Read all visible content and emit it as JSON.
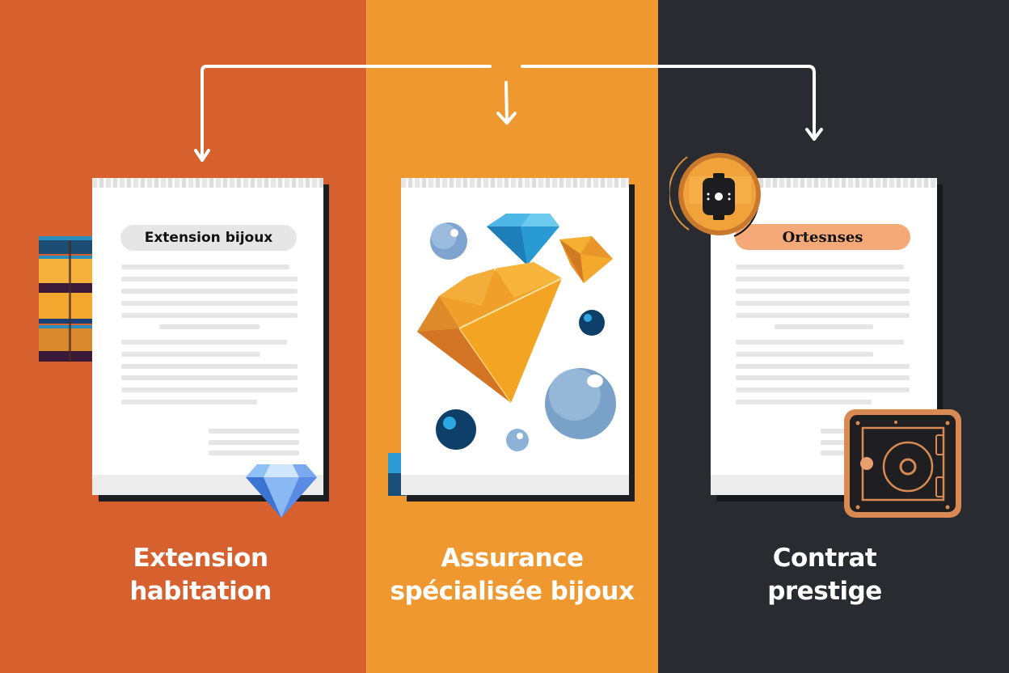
{
  "colors": {
    "panel_left": "#d6602e",
    "panel_middle": "#ee982f",
    "panel_right": "#2a2b30",
    "arrow": "#ffffff",
    "pill_grey": "#e6e6e6",
    "pill_peach": "#f6a978",
    "gold_accent": "#d98c4a"
  },
  "panels": [
    {
      "id": "extension-habitation",
      "doc_label": "Extension bijoux",
      "caption_line1": "Extension",
      "caption_line2": "habitation",
      "icons": [
        "striped-book-icon",
        "diamond-icon"
      ]
    },
    {
      "id": "assurance-specialisee",
      "doc_label": "",
      "caption_line1": "Assurance",
      "caption_line2": "spécialisée bijoux",
      "icons": [
        "sphere-icon",
        "blue-diamond-icon",
        "orange-gem-icon",
        "large-gold-gem-icon",
        "dark-pearl-icon",
        "large-sphere-icon",
        "small-sphere-icon"
      ]
    },
    {
      "id": "contrat-prestige",
      "doc_label": "Ortesnses",
      "caption_line1": "Contrat",
      "caption_line2": "prestige",
      "icons": [
        "watch-badge-icon",
        "safe-vault-icon"
      ]
    }
  ],
  "connector": {
    "type": "branching-arrows",
    "targets": 3
  }
}
